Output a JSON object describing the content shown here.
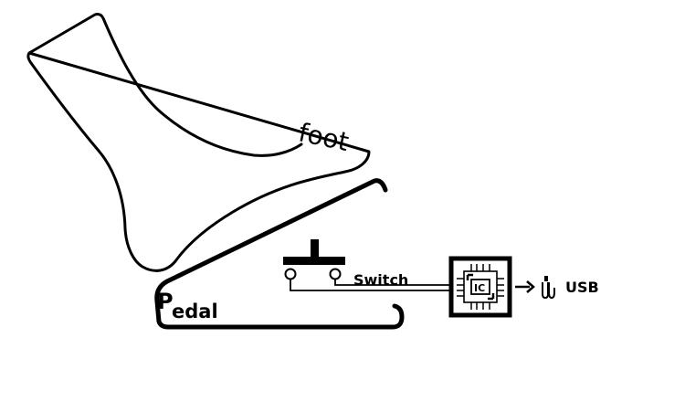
{
  "labels": {
    "foot": "foot",
    "pedal_initial": "P",
    "pedal_rest": "edal",
    "switch": "Switch",
    "ic": "IC",
    "usb": "USB"
  }
}
